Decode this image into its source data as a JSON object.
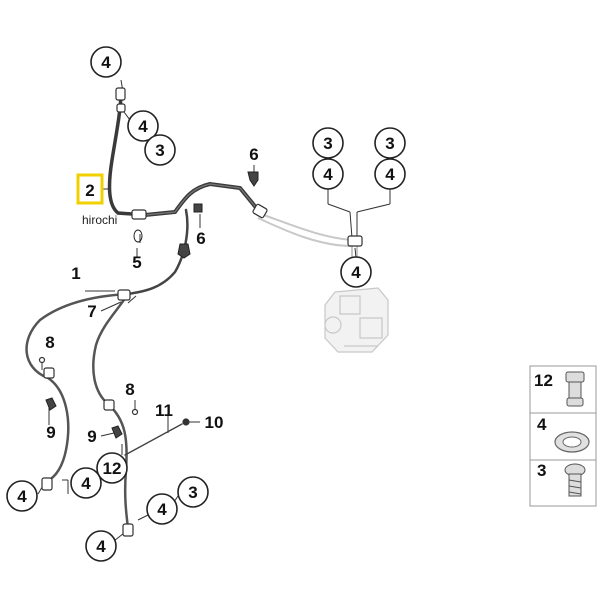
{
  "diagram": {
    "highlight_color": "#f2d000",
    "line_color": "#333333",
    "hose_color": "#3a3a3a",
    "muted_color": "#c8c8c8",
    "watermark": "hirochi",
    "callouts": {
      "c_4_top": "4",
      "c_4_a": "4",
      "c_3_a": "3",
      "c_3_right1": "3",
      "c_3_right2": "3",
      "c_4_right1": "4",
      "c_4_right2": "4",
      "c_4_abs": "4",
      "c_4_bl1": "4",
      "c_4_bl2": "4",
      "c_4_bm1": "4",
      "c_4_bm2": "4",
      "c_3_bm": "3",
      "c_12": "12"
    },
    "labels": {
      "l_2": "2",
      "l_1": "1",
      "l_5": "5",
      "l_6a": "6",
      "l_6b": "6",
      "l_7": "7",
      "l_8a": "8",
      "l_8b": "8",
      "l_9a": "9",
      "l_9b": "9",
      "l_10": "10",
      "l_11": "11"
    },
    "legend": [
      {
        "id": "12",
        "part": "union-bolt"
      },
      {
        "id": "4",
        "part": "sealing-washer"
      },
      {
        "id": "3",
        "part": "banjo-bolt"
      }
    ]
  }
}
